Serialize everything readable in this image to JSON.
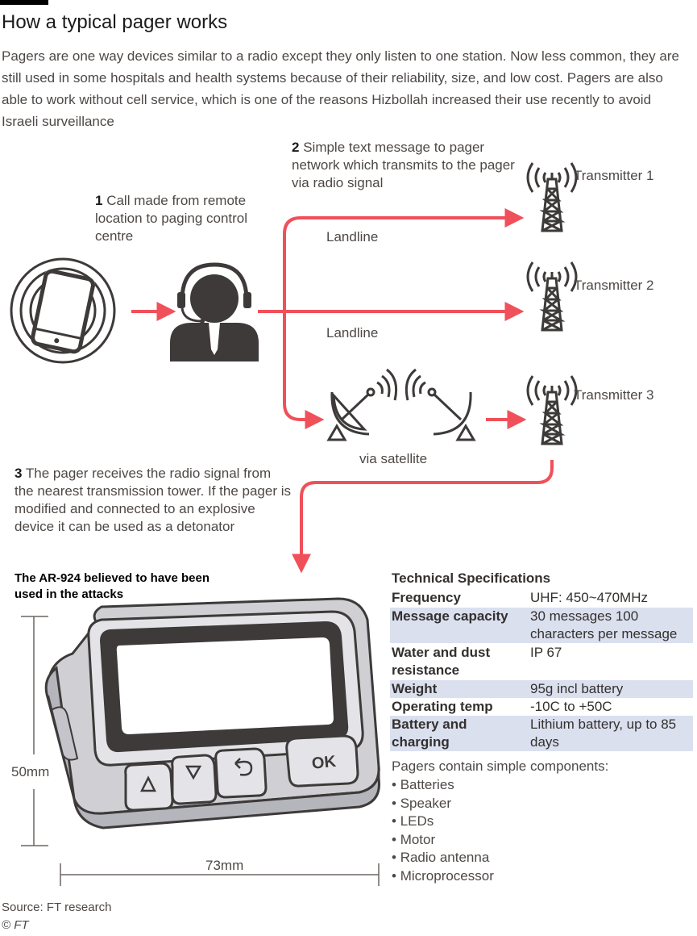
{
  "header": {
    "title": "How a typical pager works",
    "intro": "Pagers are one way devices similar to a radio except they only listen to one station. Now less common, they are still used in some hospitals and health systems because of their reliability, size, and low cost. Pagers are also able to work without cell service, which is one of the reasons Hizbollah increased their use recently to avoid Israeli surveillance"
  },
  "steps": {
    "one": {
      "num": "1",
      "text": "Call made from remote location to paging control centre"
    },
    "two": {
      "num": "2",
      "text": "Simple text message to pager network which transmits to the pager via radio signal"
    },
    "three": {
      "num": "3",
      "text": "The pager receives the radio signal from the nearest transmission tower. If the pager is modified and connected to an explosive device it can be used as a detonator"
    }
  },
  "diagram": {
    "landline_1": "Landline",
    "landline_2": "Landline",
    "satellite": "via satellite",
    "transmitter_1": "Transmitter 1",
    "transmitter_2": "Transmitter 2",
    "transmitter_3": "Transmitter 3",
    "accent_color": "#f0505a",
    "icon_color": "#3d3a39"
  },
  "pager": {
    "model_note": "The AR-924 believed to have been used in the attacks",
    "height_label": "50mm",
    "width_label": "73mm",
    "button_ok": "OK"
  },
  "specs": {
    "title": "Technical Specifications",
    "rows": [
      {
        "key": "Frequency",
        "value": "UHF: 450~470MHz"
      },
      {
        "key": "Message capacity",
        "value": "30 messages 100 characters per message"
      },
      {
        "key": "Water and dust resistance",
        "value": "IP 67"
      },
      {
        "key": "Weight",
        "value": "95g incl battery"
      },
      {
        "key": "Operating temp",
        "value": "-10C to +50C"
      },
      {
        "key": "Battery and charging",
        "value": "Lithium battery, up to 85 days"
      }
    ]
  },
  "components": {
    "intro": "Pagers contain simple components:",
    "items": [
      "Batteries",
      "Speaker",
      "LEDs",
      "Motor",
      "Radio antenna",
      "Microprocessor"
    ]
  },
  "footer": {
    "source": "Source: FT research",
    "copyright": "© FT"
  }
}
